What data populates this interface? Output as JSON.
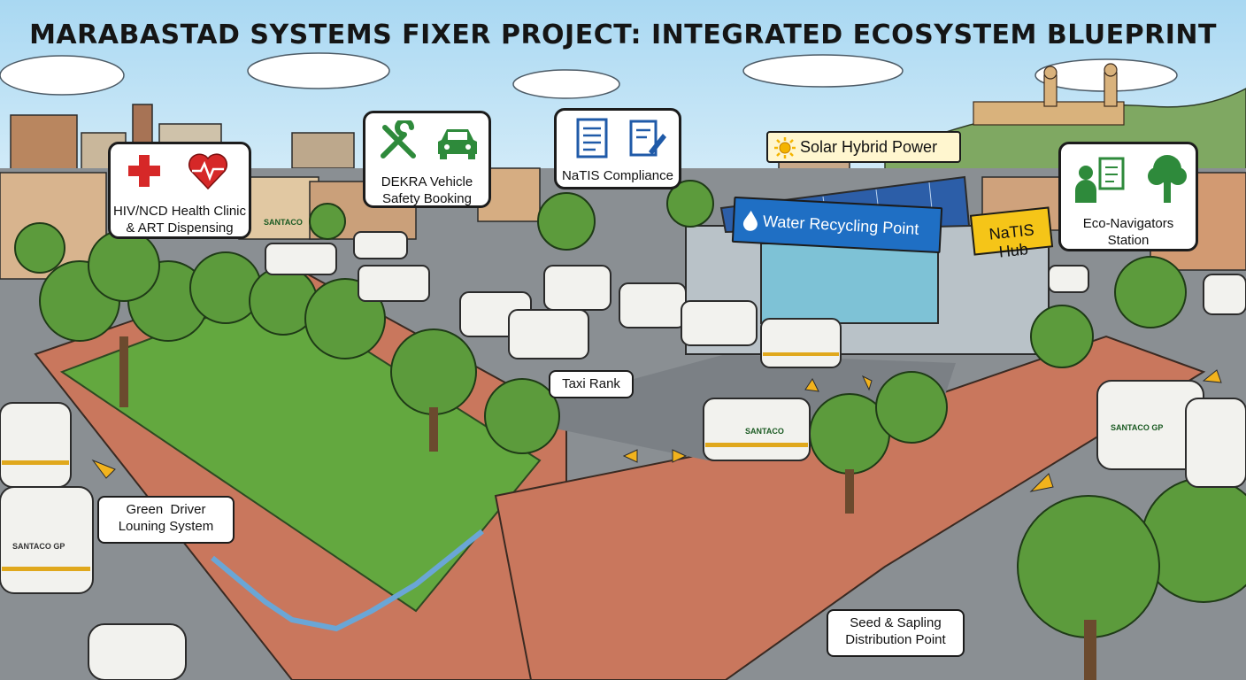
{
  "title": "MARABASTAD SYSTEMS FIXER PROJECT: INTEGRATED ECOSYSTEM BLUEPRINT",
  "callouts": {
    "health": {
      "line1": "HIV/NCD Health Clinic",
      "line2": "& ART Dispensing",
      "icons": [
        "red-cross-icon",
        "heart-pulse-icon"
      ]
    },
    "dekra": {
      "line1": "DEKRA Vehicle",
      "line2": "Safety Booking",
      "icons": [
        "wrench-screwdriver-icon",
        "car-icon"
      ]
    },
    "natis": {
      "line1": "NaTIS Compliance",
      "icons": [
        "document-icon",
        "form-pen-icon"
      ]
    },
    "solar": {
      "label": "Solar Hybrid Power",
      "icon": "sun-icon"
    },
    "water": {
      "label": "Water Recycling Point",
      "icon": "water-drop-icon"
    },
    "natis_hub": {
      "label": "NaTIS Hub"
    },
    "eco": {
      "line1": "Eco-Navigators",
      "line2": "Station",
      "icons": [
        "navigator-clipboard-icon",
        "tree-icon"
      ]
    },
    "taxi": {
      "label": "Taxi Rank"
    },
    "green_driver": {
      "line1": "Green  Driver",
      "line2": "Louning System"
    },
    "seed": {
      "line1": "Seed & Sapling",
      "line2": "Distribution Point"
    }
  },
  "minor_signage": {
    "shop_sign": "SANTACO",
    "taxi_left": "SANTACO GP",
    "taxi_right": "SANTACO GP",
    "taxi_center": "SANTACO"
  },
  "colors": {
    "sky": "#bfe3f5",
    "road": "#7f858a",
    "brick": "#c9775d",
    "grass": "#63a83f",
    "water_sign": "#1f6fc4",
    "natis_hub": "#f5c518",
    "taxi_body": "#f2f2ee",
    "taxi_stripe": "#e0a81c"
  }
}
